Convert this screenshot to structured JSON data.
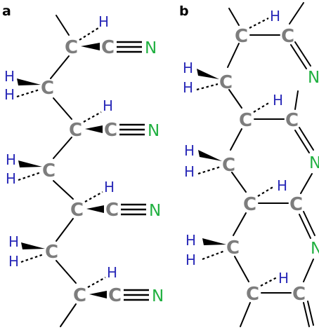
{
  "panels": {
    "a": "a",
    "b": "b"
  },
  "atoms": {
    "carbon": "C",
    "hydrogen": "H",
    "nitrogen": "N"
  },
  "colors": {
    "carbon": "#7d7d7d",
    "hydrogen": "#2a2ab8",
    "nitrogen": "#20b040",
    "bond": "#000000"
  }
}
